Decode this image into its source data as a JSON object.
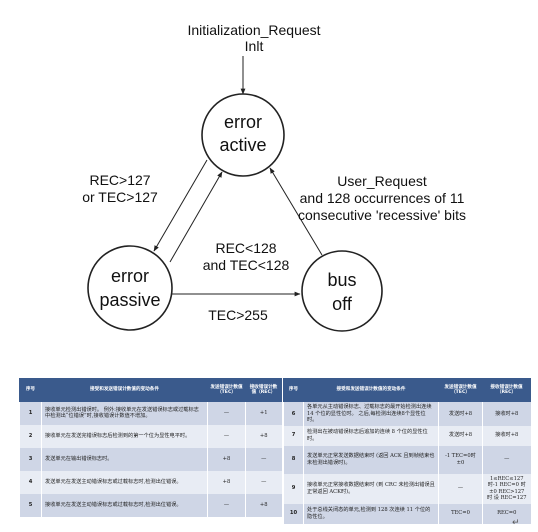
{
  "diagram": {
    "top_label_line1": "Initialization_Request",
    "top_label_line2": "Inlt",
    "state_active_line1": "error",
    "state_active_line2": "active",
    "state_passive_line1": "error",
    "state_passive_line2": "passive",
    "state_busoff_line1": "bus",
    "state_busoff_line2": "off",
    "left_edge_line1": "REC>127",
    "left_edge_line2": "or TEC>127",
    "right_edge_line1": "User_Request",
    "right_edge_line2": "and 128 occurrences of 11",
    "right_edge_line3": "consecutive 'recessive' bits",
    "middle_edge_line1": "REC<128",
    "middle_edge_line2": "and TEC<128",
    "bottom_edge": "TEC>255"
  },
  "table": {
    "headers": {
      "no": "序号",
      "condition": "接受和发送错误计数值的变动条件",
      "tec": "发送错误计数值（TEC）",
      "rec": "接收错误计数值（REC）"
    },
    "left_rows": [
      {
        "no": "1",
        "condition": "接收单元检测出错误时。 例外:接收单元在发送错误标志或过载标志中检测出“位错误”时,接收错误计数值不增加。",
        "tec": "—",
        "rec": "+1"
      },
      {
        "no": "2",
        "condition": "接收单元在发送完错误标志后检测到的第一个位为显性电平时。",
        "tec": "—",
        "rec": "+8"
      },
      {
        "no": "3",
        "condition": "发送单元在输出错误标志时。",
        "tec": "+8",
        "rec": "—"
      },
      {
        "no": "4",
        "condition": "发送单元在发送主动错误标志或过载标志时,检测出位错误。",
        "tec": "+8",
        "rec": "—"
      },
      {
        "no": "5",
        "condition": "接收单元在发送主动错误标志或过载标志时,检测出位错误。",
        "tec": "—",
        "rec": "+8"
      }
    ],
    "right_rows": [
      {
        "no": "6",
        "condition": "各单元从主动错误标志、过载标志的最开始检测出连续 14 个位的显性位时。 之后,每检测出连续8个显性位时。",
        "tec": "发送时+8",
        "rec": "接收时+8"
      },
      {
        "no": "7",
        "condition": "检测出在被动错误标志后追加的连续 8 个位的显性位时。",
        "tec": "发送时+8",
        "rec": "接收时+8"
      },
      {
        "no": "8",
        "condition": "发送单元正常发送数据结束时 (返回 ACK 且到帧结束也未检测出错误时)。",
        "tec": "-1 TEC=0时 ±0",
        "rec": "—"
      },
      {
        "no": "9",
        "condition": "接收单元正常接收数据结束时 (到 CRC 未检测出错误且正常返回 ACK时)。",
        "tec": "—",
        "rec": "1≤REC≤127 时-1 REC=0 时±0 REC>127 时 设 REC=127"
      },
      {
        "no": "10",
        "condition": "处于总线关闭态的单元,检测到 128 次连续 11 个位的隐性位。",
        "tec": "TEC=0",
        "rec": "REC=0"
      }
    ]
  },
  "return_mark": "↵",
  "colors": {
    "header_bg": "#3a5a8c",
    "row_odd": "#cfd6e6",
    "row_even": "#e8ecf4",
    "diagram_stroke": "#222222"
  }
}
